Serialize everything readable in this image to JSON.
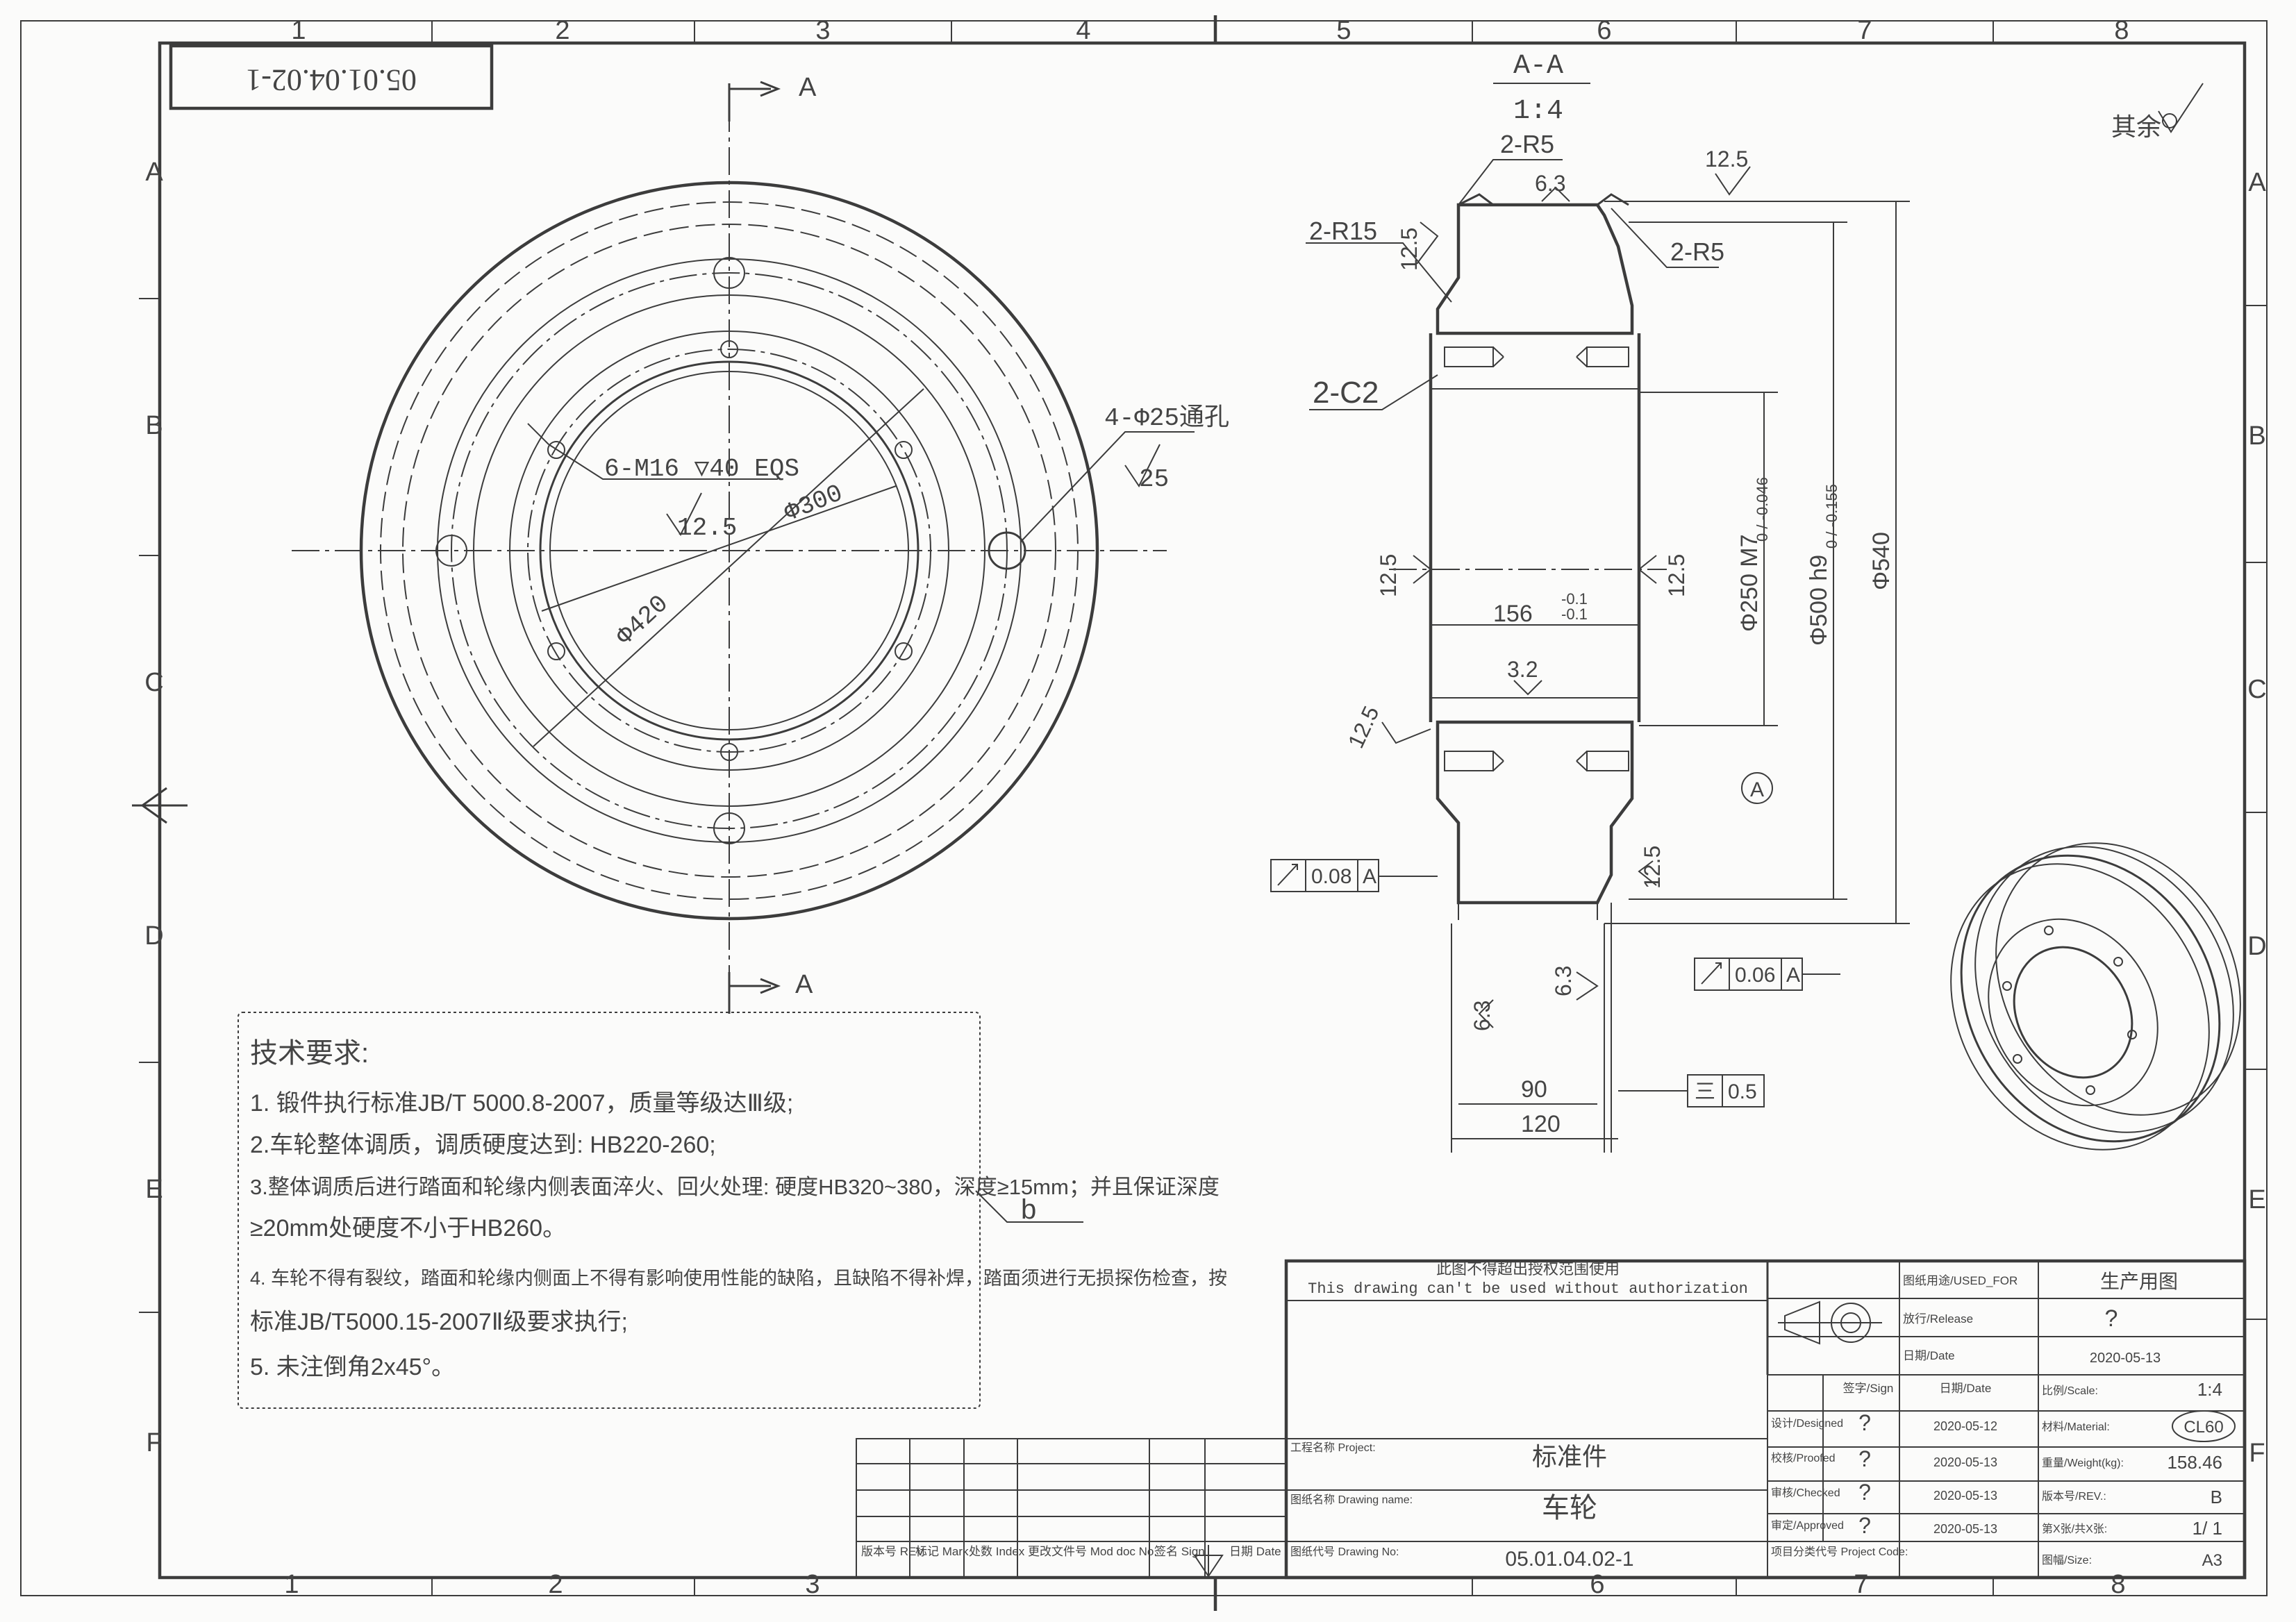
{
  "drawing_number_box": "05.01.04.02-1",
  "zone_columns": [
    "1",
    "2",
    "3",
    "4",
    "5",
    "6",
    "7",
    "8"
  ],
  "zone_columns_bottom": [
    "1",
    "2",
    "3",
    "6",
    "7",
    "8"
  ],
  "zone_rows": [
    "A",
    "B",
    "C",
    "D",
    "E",
    "F"
  ],
  "section": {
    "label": "A-A",
    "scale": "1:4",
    "cut_label": "A"
  },
  "roughness_other": "其余",
  "front_view": {
    "thread_callout": "6-M16 ▽40 EQS",
    "thread_roughness": "12.5",
    "hole_callout": "4-Φ25通孔",
    "hole_roughness": "25",
    "dia_300": "Φ300",
    "dia_420": "Φ420"
  },
  "section_view": {
    "r5_top": "2-R5",
    "r15": "2-R15",
    "r5_right": "2-R5",
    "c2": "2-C2",
    "rough_63_top": "6.3",
    "rough_125_top": "12.5",
    "rough_125_left_top": "12.5",
    "rough_125_mid_left": "12.5",
    "rough_125_mid_right": "12.5",
    "rough_32": "3.2",
    "rough_125_low_left": "12.5",
    "rough_125_low_right": "12.5",
    "rough_63_a": "6.3",
    "rough_63_b": "6.3",
    "dim_156": "156",
    "dim_156_tol_upper": "-0.1",
    "dim_156_tol_lower": "-0.1",
    "dim_250": "Φ250 M7",
    "dim_250_tol": "0 / -0.046",
    "dim_500": "Φ500 h9",
    "dim_500_tol": "0 / -0.155",
    "dim_540": "Φ540",
    "dim_90": "90",
    "dim_120": "120",
    "datum": "A",
    "runout_1_value": "0.08",
    "runout_1_datum": "A",
    "runout_2_value": "0.06",
    "runout_2_datum": "A",
    "sym_value": "0.5",
    "sym_symbol": "三",
    "note_b": "b"
  },
  "tech_requirements": {
    "title": "技术要求:",
    "items": [
      "1. 锻件执行标准JB/T 5000.8-2007，质量等级达Ⅲ级;",
      "2.车轮整体调质，调质硬度达到: HB220-260;",
      "3.整体调质后进行踏面和轮缘内侧表面淬火、回火处理: 硬度HB320~380，深度≥15mm；并且保证深度",
      "≥20mm处硬度不小于HB260。",
      "4. 车轮不得有裂纹，踏面和轮缘内侧面上不得有影响使用性能的缺陷，且缺陷不得补焊，踏面须进行无损探伤检查，按",
      "标准JB/T5000.15-2007Ⅱ级要求执行;",
      "5. 未注倒角2x45°。"
    ]
  },
  "title_block": {
    "warning_cn": "此图不得超出授权范围使用",
    "warning_en": "This drawing can't be used without authorization",
    "used_for_label": "图纸用途/USED_FOR",
    "used_for_value": "生产用图",
    "release_label": "放行/Release",
    "release_value": "?",
    "date_label": "日期/Date",
    "date_value": "2020-05-13",
    "sign_header": "签字/Sign",
    "date_header": "日期/Date",
    "rows": [
      {
        "label": "设计/Designed",
        "sign": "?",
        "date": "2020-05-12"
      },
      {
        "label": "校核/Proofed",
        "sign": "?",
        "date": "2020-05-13"
      },
      {
        "label": "审核/Checked",
        "sign": "?",
        "date": "2020-05-13"
      },
      {
        "label": "审定/Approved",
        "sign": "?",
        "date": "2020-05-13"
      }
    ],
    "scale_label": "比例/Scale:",
    "scale_value": "1:4",
    "material_label": "材料/Material:",
    "material_value": "CL60",
    "weight_label": "重量/Weight(kg):",
    "weight_value": "158.46",
    "rev_label": "版本号/REV.:",
    "rev_value": "B",
    "sheet_label": "第X张/共X张:",
    "sheet_value": "1/ 1",
    "size_label": "图幅/Size:",
    "size_value": "A3",
    "project_label": "工程名称\nProject:",
    "project_value": "标准件",
    "drawing_name_label": "图纸名称\nDrawing name:",
    "drawing_name_value": "车轮",
    "drawing_no_label": "图纸代号\nDrawing No:",
    "drawing_no_value": "05.01.04.02-1",
    "project_code_label": "项目分类代号\nProject Code:",
    "rev_table_headers": [
      "版本号\nREV.",
      "标记\nMark",
      "处数\nIndex",
      "更改文件号\nMod doc No.",
      "签名\nSign",
      "日期\nDate"
    ]
  }
}
